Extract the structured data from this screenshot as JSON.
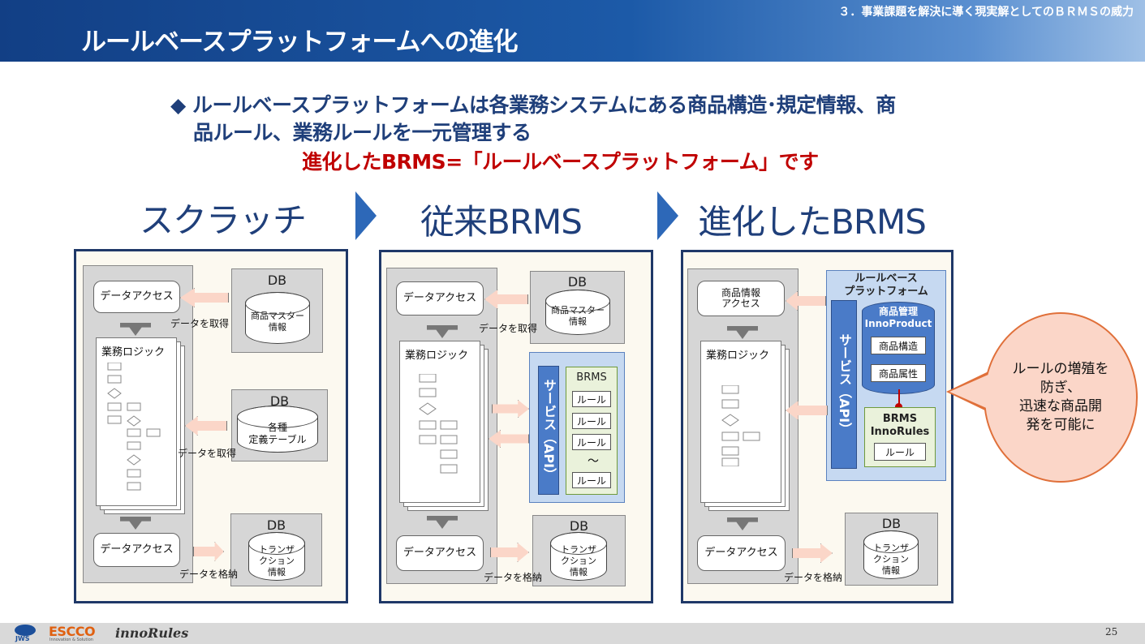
{
  "header": {
    "section": "３．事業課題を解決に導く現実解としてのＢＲＭＳの威力",
    "title": "ルールベースプラットフォームへの進化"
  },
  "lead": {
    "bullet": "◆",
    "line1": "ルールベースプラットフォームは各業務システムにある商品構造･規定情報、商",
    "line2": "品ルール、業務ルールを一元管理する",
    "line3": "進化したBRMS=「ルールベースプラットフォーム」です"
  },
  "stages": [
    "スクラッチ",
    "従来BRMS",
    "進化したBRMS"
  ],
  "panel1": {
    "data_access": "データアクセス",
    "db": "DB",
    "db1_cyl": "商品マスター\n情報",
    "get_data": "データを取得",
    "business_logic": "業務ロジック",
    "db2_cyl": "各種\n定義テーブル",
    "get_data2": "データを取得",
    "data_access2": "データアクセス",
    "db3_cyl": "トランザ\nクション\n情報",
    "store_data": "データを格納"
  },
  "panel2": {
    "data_access": "データアクセス",
    "db": "DB",
    "db1_cyl": "商品マスター\n情報",
    "get_data": "データを取得",
    "business_logic": "業務ロジック",
    "service_api": "サービス（API）",
    "brms": "BRMS",
    "rules": [
      "ルール",
      "ルール",
      "ルール",
      "ルール"
    ],
    "tilde": "～",
    "data_access2": "データアクセス",
    "db3_cyl": "トランザ\nクション\n情報",
    "store_data": "データを格納"
  },
  "panel3": {
    "product_access": "商品情報\nアクセス",
    "platform": "ルールベース\nプラットフォーム",
    "business_logic": "業務ロジック",
    "service_api": "サービス（API）",
    "product_mgmt": "商品管理\nInnoProduct",
    "product_struct": "商品構造",
    "product_attr": "商品属性",
    "brms": "BRMS\nInnoRules",
    "rule": "ルール",
    "data_access": "データアクセス",
    "db": "DB",
    "db3_cyl": "トランザ\nクション\n情報",
    "store_data": "データを格納"
  },
  "bubble": "ルールの増殖を\n防ぎ、\n迅速な商品開\n発を可能に",
  "footer": {
    "logo1": "JWS",
    "logo2": "ESCCO",
    "logo2_sub": "Innovation & Solution",
    "logo3": "innoRules",
    "page": "25"
  },
  "colors": {
    "header_blue": "#1c5aa8",
    "title_navy": "#1f3f7a",
    "accent_red": "#c00000",
    "api_blue": "#4a7bc8",
    "arrow_pink": "#fbd6c8",
    "bubble_orange": "#e0703a"
  }
}
